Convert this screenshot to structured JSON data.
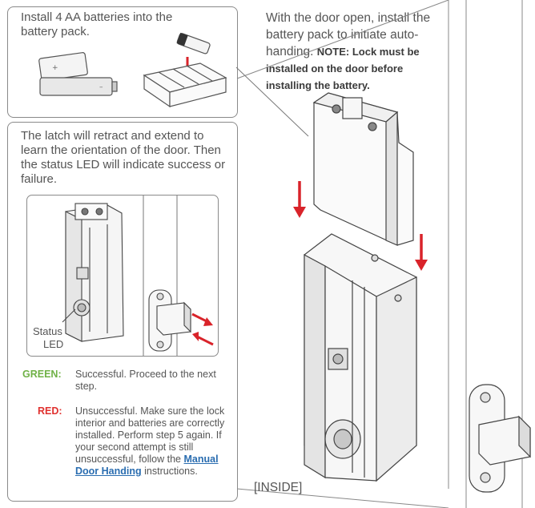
{
  "step1": {
    "text": "Install 4 AA batteries into the battery pack."
  },
  "step2": {
    "text": "The latch will retract and extend to learn the orientation of the door. Then the status LED will indicate success or failure.",
    "status_label_line1": "Status",
    "status_label_line2": "LED"
  },
  "results": {
    "green_label": "GREEN:",
    "green_text": "Successful. Proceed to the next step.",
    "red_label": "RED:",
    "red_text": "Unsuccessful. Make sure the lock interior and batteries are correctly installed. Perform step 5 again. If your second attempt is still unsuccessful, follow the",
    "link_text": "Manual Door Handing",
    "red_tail": "instructions."
  },
  "main": {
    "instruction": "With the door open, install the battery pack to initiate auto-handing.",
    "note": "NOTE: Lock must be installed on the door before installing the battery.",
    "inside_label": "[INSIDE]"
  },
  "colors": {
    "arrow_red": "#d9232a",
    "green": "#6fb146",
    "red_label": "#e0312f",
    "link": "#2a6db0"
  }
}
